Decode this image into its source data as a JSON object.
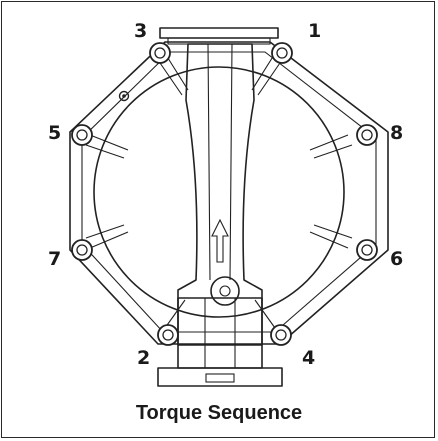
{
  "caption": "Torque Sequence",
  "bolts": [
    {
      "id": "b1",
      "label": "1"
    },
    {
      "id": "b2",
      "label": "2"
    },
    {
      "id": "b3",
      "label": "3"
    },
    {
      "id": "b4",
      "label": "4"
    },
    {
      "id": "b5",
      "label": "5"
    },
    {
      "id": "b6",
      "label": "6"
    },
    {
      "id": "b7",
      "label": "7"
    },
    {
      "id": "b8",
      "label": "8"
    }
  ],
  "colors": {
    "line": "#222222",
    "text": "#1a1a1a",
    "background": "#ffffff"
  }
}
